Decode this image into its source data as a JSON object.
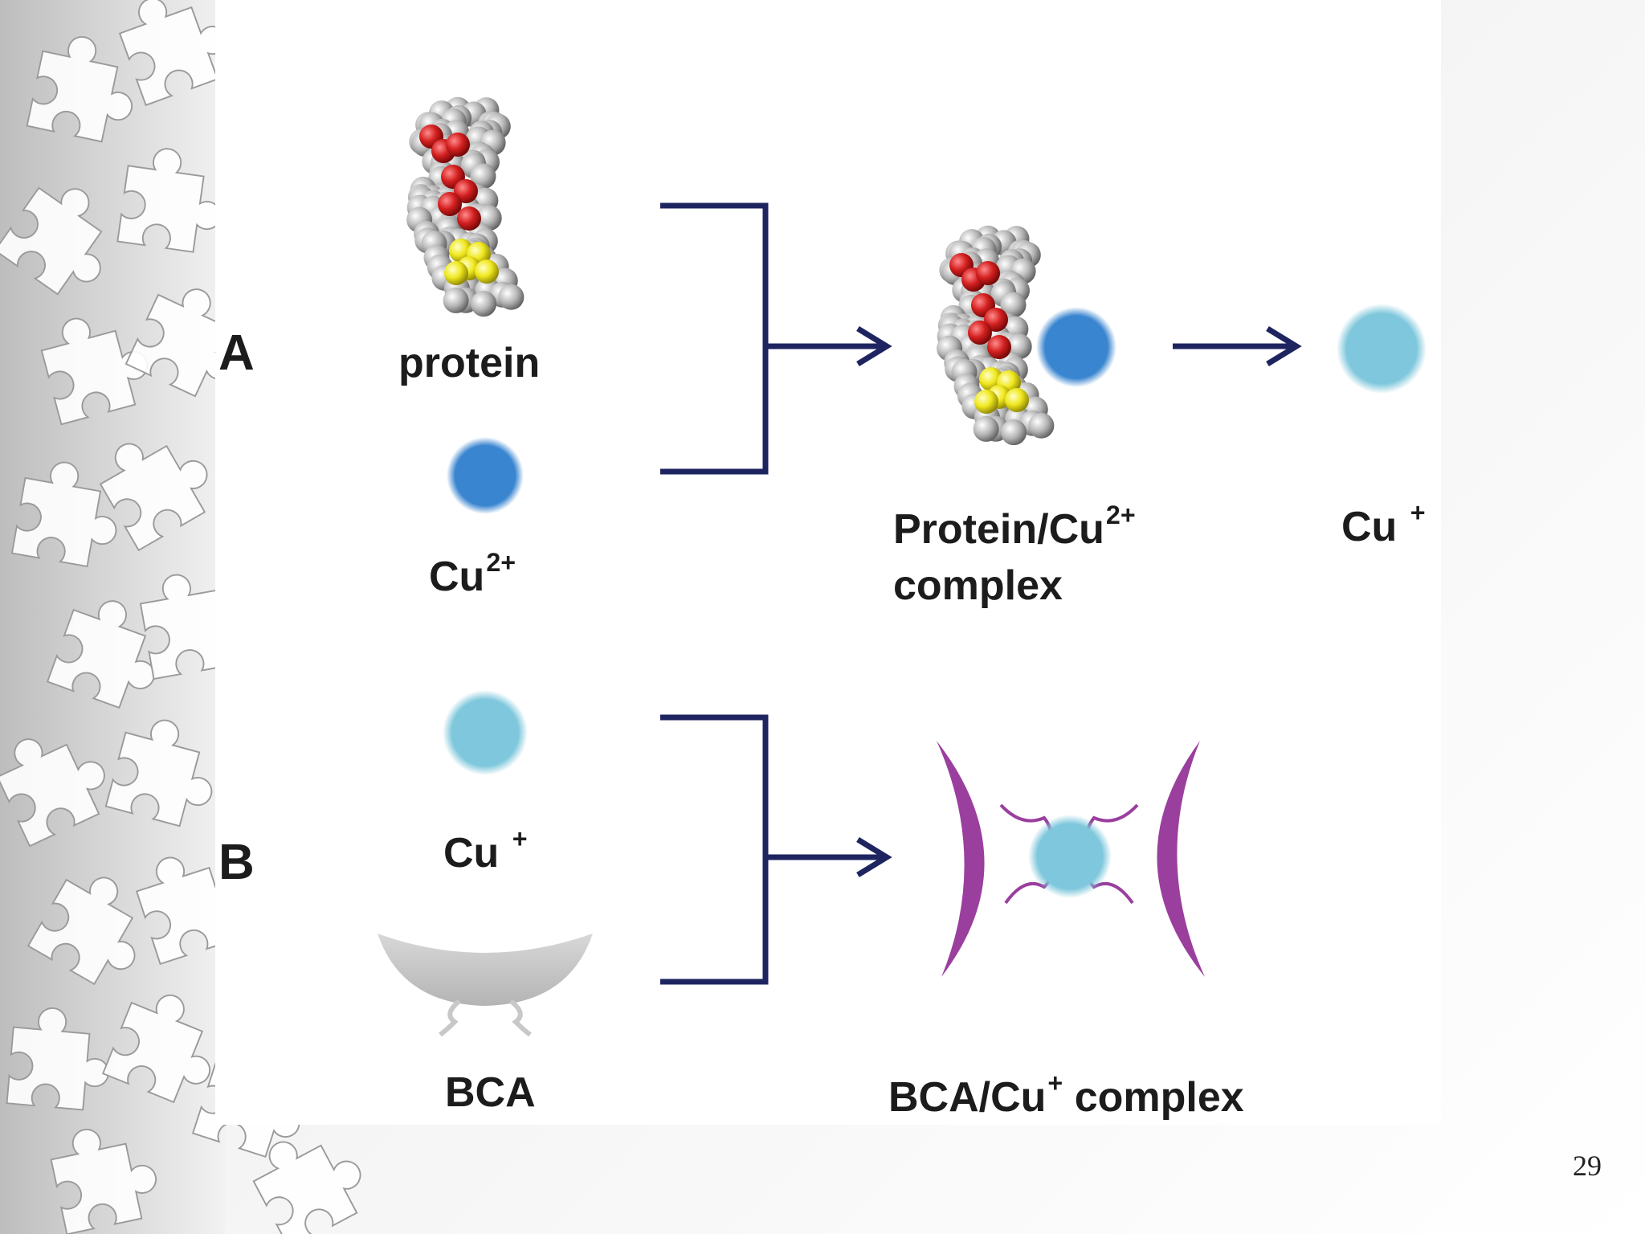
{
  "section_a": {
    "label": "A",
    "protein": "protein",
    "cu2_base": "Cu",
    "cu2_sup": "2+",
    "complex_line1_base": "Protein/Cu",
    "complex_line1_sup": "2+",
    "complex_line2": "complex",
    "cu1_base": "Cu",
    "cu1_sup": "+"
  },
  "section_b": {
    "label": "B",
    "cu1_base": "Cu",
    "cu1_sup": "+",
    "bca": "BCA",
    "complex_base": "BCA/Cu",
    "complex_sup": "+",
    "complex_rest": " complex"
  },
  "page_number": "29",
  "colors": {
    "arrow": "#1e2460",
    "cu2": "#3a85d0",
    "cu1": "#7ec7dc",
    "bca": "#c8c8c8",
    "bca_complex": "#9a3f9e",
    "protein_atoms": "#b5b5b5",
    "residue_red": "#d42020",
    "residue_yellow": "#f0e81e"
  }
}
